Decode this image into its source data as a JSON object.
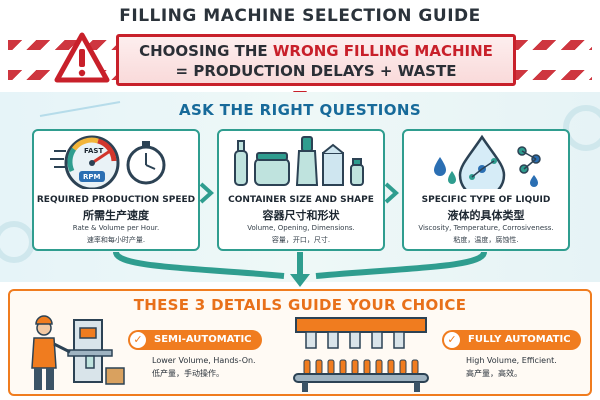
{
  "title": "FILLING MACHINE SELECTION GUIDE",
  "warning": {
    "line1_a": "CHOOSING THE ",
    "line1_highlight": "WRONG FILLING MACHINE",
    "line2": "= PRODUCTION DELAYS + WASTE",
    "icon": "warning-triangle-icon",
    "color": "#c8202a"
  },
  "ask_heading": "ASK THE RIGHT QUESTIONS",
  "cards": [
    {
      "icon": "speedometer-stopwatch-icon",
      "gauge_fast": "FAST",
      "gauge_rpm": "RPM",
      "title": "REQUIRED PRODUCTION SPEED",
      "title_zh": "所需生产速度",
      "desc": "Rate & Volume per Hour.",
      "desc_zh": "速率和每小时产量."
    },
    {
      "icon": "containers-icon",
      "title": "CONTAINER SIZE AND SHAPE",
      "title_zh": "容器尺寸和形状",
      "desc": "Volume, Opening, Dimensions.",
      "desc_zh": "容量，开口，尺寸."
    },
    {
      "icon": "liquid-drop-molecule-icon",
      "title": "SPECIFIC TYPE OF LIQUID",
      "title_zh": "液体的具体类型",
      "desc": "Viscosity, Temperature, Corrosiveness.",
      "desc_zh": "粘度，温度，腐蚀性."
    }
  ],
  "bottom": {
    "heading": "THESE 3 DETAILS GUIDE YOUR CHOICE",
    "semi": {
      "label": "SEMI-AUTOMATIC",
      "desc": "Lower Volume, Hands-On.",
      "desc_zh": "低产量，手动操作。",
      "icon": "worker-machine-icon"
    },
    "full": {
      "label": "FULLY AUTOMATIC",
      "desc": "High Volume, Efficient.",
      "desc_zh": "高产量，高效。",
      "icon": "production-line-icon"
    }
  },
  "colors": {
    "teal": "#2f9d8f",
    "blue": "#176a9a",
    "orange": "#f07c1f",
    "red": "#c8202a"
  }
}
